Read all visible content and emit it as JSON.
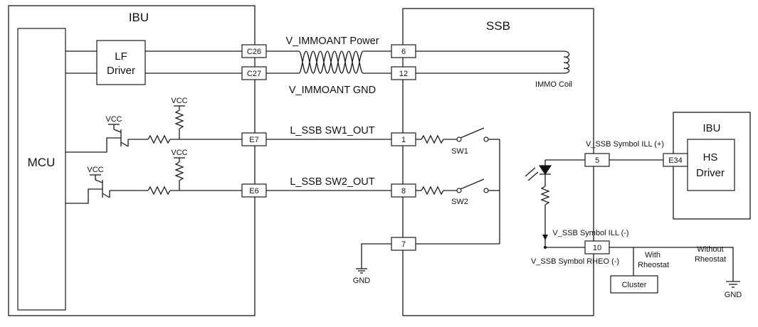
{
  "blocks": {
    "ibu_main": "IBU",
    "ssb": "SSB",
    "mcu": "MCU",
    "lf_driver_line1": "LF",
    "lf_driver_line2": "Driver",
    "ibu_right": "IBU",
    "hs_driver_line1": "HS",
    "hs_driver_line2": "Driver",
    "cluster": "Cluster"
  },
  "pins": {
    "c26": "C26",
    "c27": "C27",
    "e7": "E7",
    "e6": "E6",
    "p6": "6",
    "p12": "12",
    "p1": "1",
    "p8": "8",
    "p7": "7",
    "p5": "5",
    "p10": "10",
    "e34": "E34"
  },
  "signals": {
    "immo_power": "V_IMMOANT Power",
    "immo_gnd": "V_IMMOANT GND",
    "sw1_out": "L_SSB SW1_OUT",
    "sw2_out": "L_SSB SW2_OUT",
    "symbol_ill_plus": "V_SSB Symbol ILL (+)",
    "symbol_ill_minus": "V_SSB Symbol ILL (-)",
    "symbol_rheo_minus": "V_SSB Symbol RHEO (-)"
  },
  "labels": {
    "vcc_1": "VCC",
    "vcc_2": "VCC",
    "vcc_3": "VCC",
    "vcc_4": "VCC",
    "immo_coil": "IMMO Coil",
    "sw1": "SW1",
    "sw2": "SW2",
    "gnd_left": "GND",
    "gnd_right": "GND",
    "with_line1": "With",
    "with_line2": "Rheostat",
    "without_line1": "Without",
    "without_line2": "Rheostat"
  }
}
